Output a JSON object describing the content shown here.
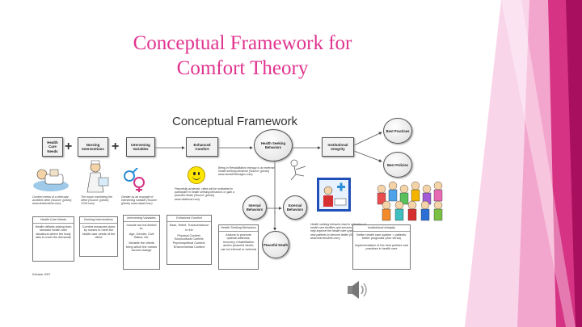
{
  "slide": {
    "title_line1": "Conceptual Framework for",
    "title_line2": "Comfort Theory"
  },
  "colors": {
    "accent": "#e0338f",
    "stripe_dark": "#b3126b",
    "stripe_light": "#f5a3cf"
  },
  "diagram": {
    "heading": "Conceptual Framework",
    "nodes": {
      "health_care_needs": "Health Care Needs",
      "nursing_interventions": "Nursing Interventions",
      "intervening_variables": "Intervening Variables",
      "enhanced_comfort": "Enhanced Comfort",
      "health_seeking_behaviors": "Health Seeking Behaviors",
      "institutional_integrity": "Institutional Integrity",
      "best_practices": "Best Practices",
      "best_policies": "Best Policies",
      "internal_behaviors": "Internal Behaviors",
      "external_behaviors": "External Behaviors",
      "peaceful_death": "Peaceful Death"
    },
    "notes": {
      "n1": "Comfort needs of a vehicular accident client (Source: (photo) www.dreamstime.com)",
      "n2": "The nurse comforting the client (Source: (photo) 123rf.com)",
      "n3": "Gender as an example of intervening variable (Source: (photo) www.clipart.com)",
      "n4": "Being in Rehabilitation therapy is an external health seeking behavior (Source: (photo) www.stockfreeimages.com)",
      "n5": "Peacefully achieved, client will be motivated to participate in health seeking behaviors or gain a peaceful death (Source: (photo) www.slidehost.com)",
      "n6": "Health seeking behavior lead to utilization of health care facilities and services. In turn this will help improve the health care system, helping new patients to become better (Source: (photo) www.teachersfree.com)"
    },
    "concept_boxes": {
      "c1_head": "Health Care Needs",
      "c1_body": "Health deficits arising from stressful health care situations where the body fails to meet the demands",
      "c2_head": "Nursing Interventions",
      "c2_body": "Comfort measures done by nurses to meet the health care needs of the client",
      "c3_head": "Intervening Variables",
      "c3_body1": "Include but not limited to:",
      "c3_body2": "Age, Gender, Civil Status, etc.",
      "c3_body3": "Variable the clients bring which the nurses cannot change",
      "c4_head": "Enhanced Comfort",
      "c4_body1": "Ease, Relief, Transcendence",
      "c4_body2": "In the",
      "c4_body3": "Physical Context, Sociocultural Context, Psychospiritual Context, Environmental Context",
      "c5_head": "Health Seeking Behaviors",
      "c5_body": "Actions to promote optimal wellness, recovery, rehabilitation and/or peaceful death; can be internal or external",
      "c6_head": "Institutional Integrity",
      "c6_body1": "Better health care system = patients' better prognosis (vice versa)",
      "c6_body2": "Implementation of the best policies and practices in health care"
    },
    "citation": "Kolcaba, 2007"
  }
}
